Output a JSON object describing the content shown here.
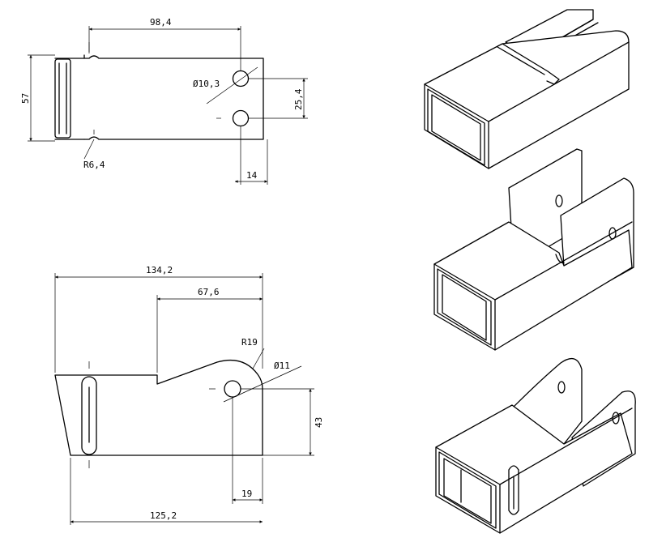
{
  "flat_pattern_a": {
    "width_dim": "98,4",
    "height_dim": "57",
    "hole_dia": "Ø10,3",
    "hole_spacing": "25,4",
    "edge_offset": "14",
    "notch_radius": "R6,4"
  },
  "flat_pattern_b": {
    "overall_width": "134,2",
    "step_width": "67,6",
    "radius": "R19",
    "hole_dia": "Ø11",
    "height": "43",
    "edge_offset": "19",
    "base_width": "125,2"
  }
}
